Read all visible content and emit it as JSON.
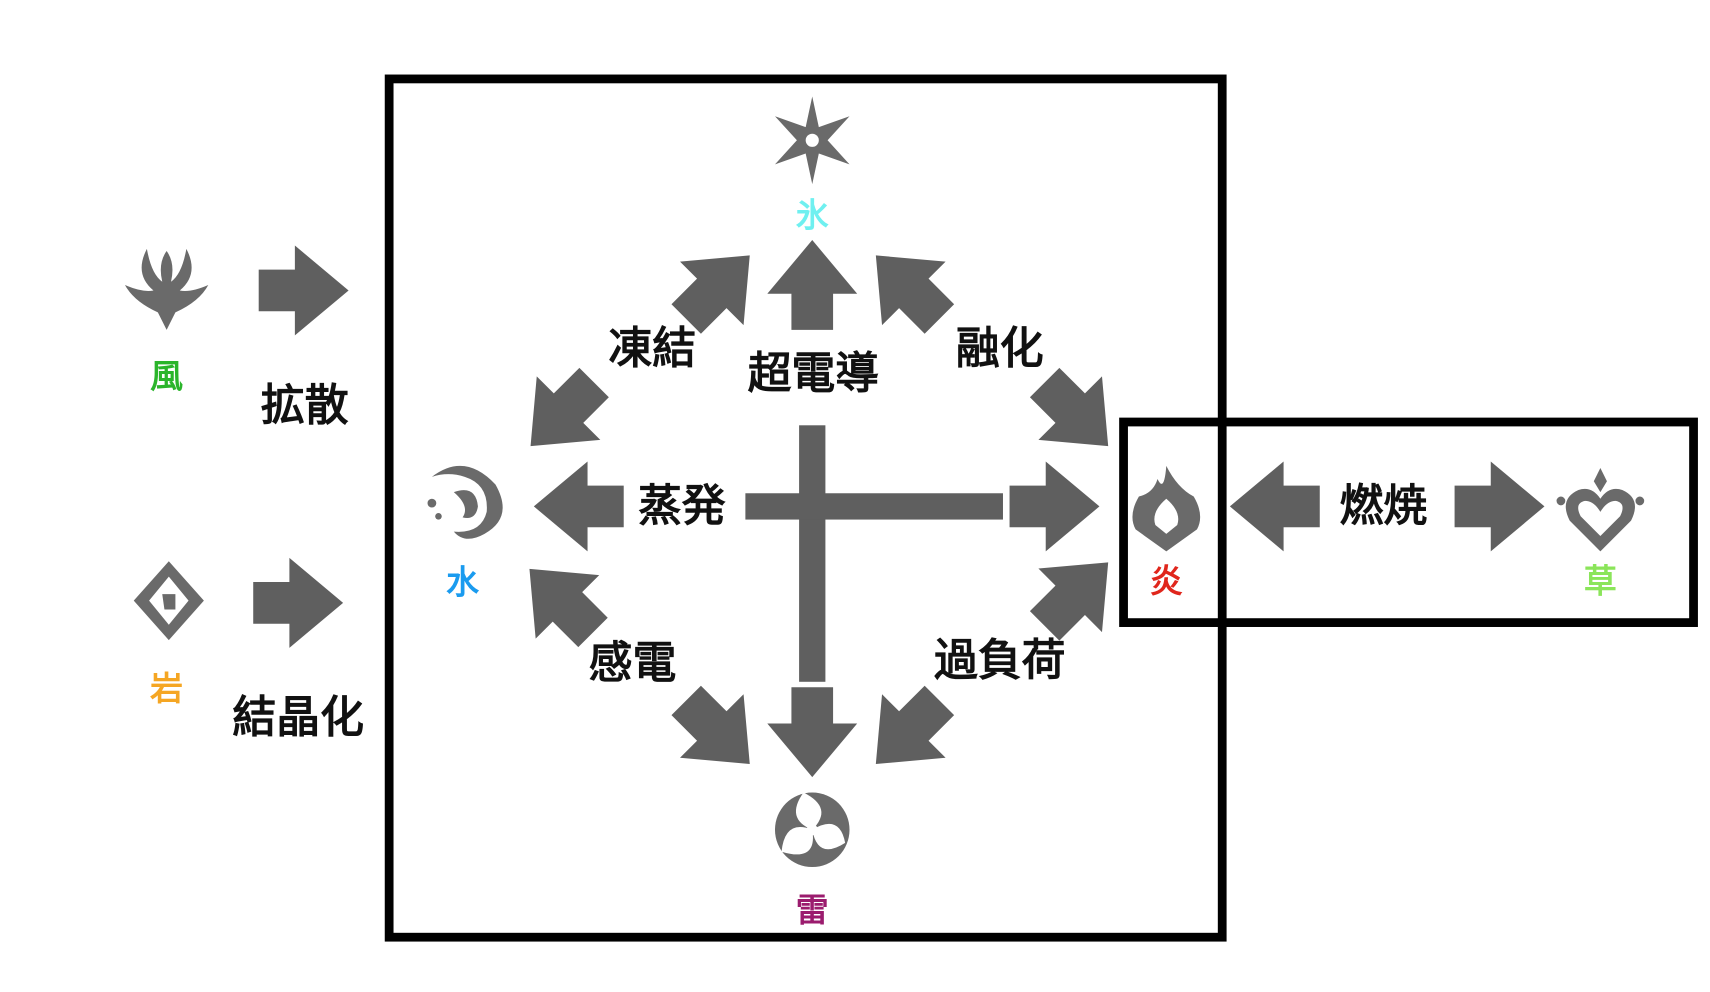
{
  "elements": {
    "anemo": {
      "label": "風",
      "color": "#2bb52b",
      "icon": "anemo-icon"
    },
    "geo": {
      "label": "岩",
      "color": "#f5a623",
      "icon": "geo-icon"
    },
    "cryo": {
      "label": "氷",
      "color": "#6ff0f0",
      "icon": "cryo-icon"
    },
    "hydro": {
      "label": "水",
      "color": "#1a9bef",
      "icon": "hydro-icon"
    },
    "pyro": {
      "label": "炎",
      "color": "#e0261c",
      "icon": "pyro-icon"
    },
    "electro": {
      "label": "雷",
      "color": "#9b1c6e",
      "icon": "electro-icon"
    },
    "dendro": {
      "label": "草",
      "color": "#8be55a",
      "icon": "dendro-icon"
    }
  },
  "reactions": {
    "swirl": "拡散",
    "crystallize": "結晶化",
    "frozen": "凍結",
    "superconduct": "超電導",
    "melt": "融化",
    "vaporize": "蒸発",
    "burning": "燃焼",
    "electro_charged": "感電",
    "overloaded": "過負荷"
  }
}
